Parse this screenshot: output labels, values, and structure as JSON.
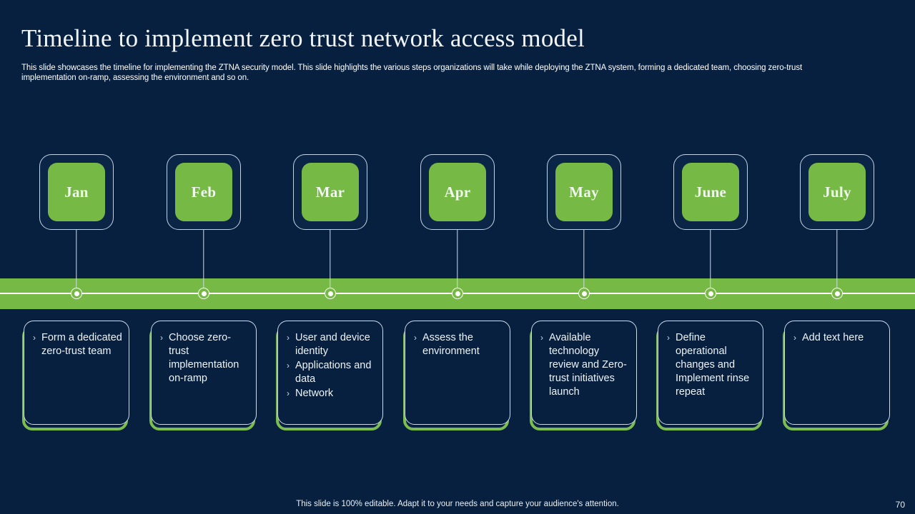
{
  "slide": {
    "background_color": "#07203f",
    "accent_color": "#76b945",
    "outline_color": "#cddaea",
    "title": "Timeline to implement zero trust network access model",
    "subtitle": "This slide showcases the timeline for implementing the ZTNA security model. This slide highlights the various steps organizations will take while deploying the ZTNA system, forming a dedicated team, choosing zero-trust implementation on-ramp, assessing the environment and so on.",
    "footer_note": "This slide is 100% editable. Adapt it to your needs and capture your audience's attention.",
    "page_number": "70"
  },
  "timeline": {
    "bullet_glyph": "›",
    "milestones": [
      {
        "month": "Jan",
        "bullets": [
          "Form a dedicated zero-trust team"
        ]
      },
      {
        "month": "Feb",
        "bullets": [
          "Choose zero-trust implementation on-ramp"
        ]
      },
      {
        "month": "Mar",
        "bullets": [
          "User and device identity",
          "Applications and data",
          "Network"
        ]
      },
      {
        "month": "Apr",
        "bullets": [
          "Assess the environment"
        ]
      },
      {
        "month": "May",
        "bullets": [
          "Available technology review and Zero-trust initiatives launch"
        ]
      },
      {
        "month": "June",
        "bullets": [
          "Define operational changes and Implement rinse repeat"
        ]
      },
      {
        "month": "July",
        "bullets": [
          "Add text here"
        ]
      }
    ]
  }
}
